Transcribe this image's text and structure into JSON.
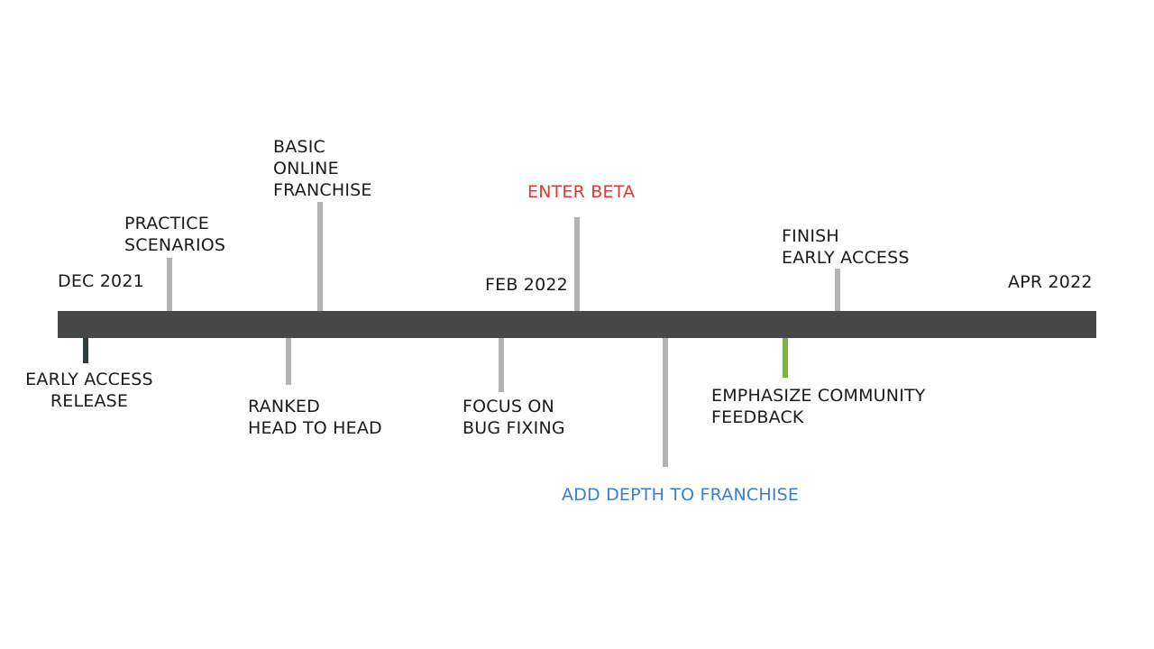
{
  "timeline": {
    "dates": {
      "start": "DEC 2021",
      "middle": "FEB 2022",
      "end": "APR 2022"
    },
    "milestones": {
      "early_access_release": {
        "label": "EARLY ACCESS\nRELEASE",
        "color": "#1a1a1a",
        "tick_color": "#2f3c40"
      },
      "practice_scenarios": {
        "label": "PRACTICE\nSCENARIOS",
        "color": "#1a1a1a",
        "tick_color": "#b3b3b3"
      },
      "basic_online_franchise": {
        "label": "BASIC\nONLINE\nFRANCHISE",
        "color": "#1a1a1a",
        "tick_color": "#b3b3b3"
      },
      "ranked_head_to_head": {
        "label": "RANKED\nHEAD TO HEAD",
        "color": "#1a1a1a",
        "tick_color": "#b3b3b3"
      },
      "focus_on_bug_fixing": {
        "label": "FOCUS ON\nBUG FIXING",
        "color": "#1a1a1a",
        "tick_color": "#b3b3b3"
      },
      "enter_beta": {
        "label": "ENTER BETA",
        "color": "#d93a3a",
        "tick_color": "#b3b3b3"
      },
      "add_depth_to_franchise": {
        "label": "ADD DEPTH TO FRANCHISE",
        "color": "#3a7fd0",
        "tick_color": "#b3b3b3"
      },
      "emphasize_community_feedback": {
        "label": "EMPHASIZE COMMUNITY\nFEEDBACK",
        "color": "#1a1a1a",
        "tick_color": "#7cb342"
      },
      "finish_early_access": {
        "label": "FINISH\nEARLY ACCESS",
        "color": "#1a1a1a",
        "tick_color": "#b3b3b3"
      }
    },
    "bar_color": "#474747"
  }
}
